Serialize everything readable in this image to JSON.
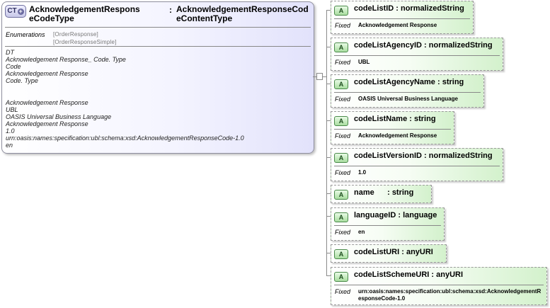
{
  "complex_type": {
    "badge": "CT",
    "name": "AcknowledgementResponseCodeType",
    "type": "AcknowledgementResponseCodeContentType",
    "enumerations_label": "Enumerations",
    "enumerations": [
      "[OrderResponse]",
      "[OrderResponseSimple]"
    ],
    "documentation": [
      "DT",
      "Acknowledgement Response_ Code. Type",
      "Code",
      "Acknowledgement Response",
      "Code. Type",
      "",
      "",
      "Acknowledgement Response",
      "UBL",
      "OASIS Universal Business Language",
      "Acknowledgement Response",
      "1.0",
      "urn:oasis:names:specification:ubl:schema:xsd:AcknowledgementResponseCode-1.0",
      "en"
    ]
  },
  "attributes": [
    {
      "badge": "A",
      "name": "codeListID",
      "type": "normalizedString",
      "fixed_label": "Fixed",
      "fixed": "Acknowledgement Response"
    },
    {
      "badge": "A",
      "name": "codeListAgencyID",
      "type": "normalizedString",
      "fixed_label": "Fixed",
      "fixed": "UBL"
    },
    {
      "badge": "A",
      "name": "codeListAgencyName",
      "type": "string",
      "fixed_label": "Fixed",
      "fixed": "OASIS Universal Business Language"
    },
    {
      "badge": "A",
      "name": "codeListName",
      "type": "string",
      "fixed_label": "Fixed",
      "fixed": "Acknowledgement Response"
    },
    {
      "badge": "A",
      "name": "codeListVersionID",
      "type": "normalizedString",
      "fixed_label": "Fixed",
      "fixed": "1.0"
    },
    {
      "badge": "A",
      "name": "name",
      "type": "string"
    },
    {
      "badge": "A",
      "name": "languageID",
      "type": "language",
      "fixed_label": "Fixed",
      "fixed": "en"
    },
    {
      "badge": "A",
      "name": "codeListURI",
      "type": "anyURI"
    },
    {
      "badge": "A",
      "name": "codeListSchemeURI",
      "type": "anyURI",
      "fixed_label": "Fixed",
      "fixed": "urn:oasis:names:specification:ubl:schema:xsd:AcknowledgementResponseCode-1.0"
    }
  ]
}
